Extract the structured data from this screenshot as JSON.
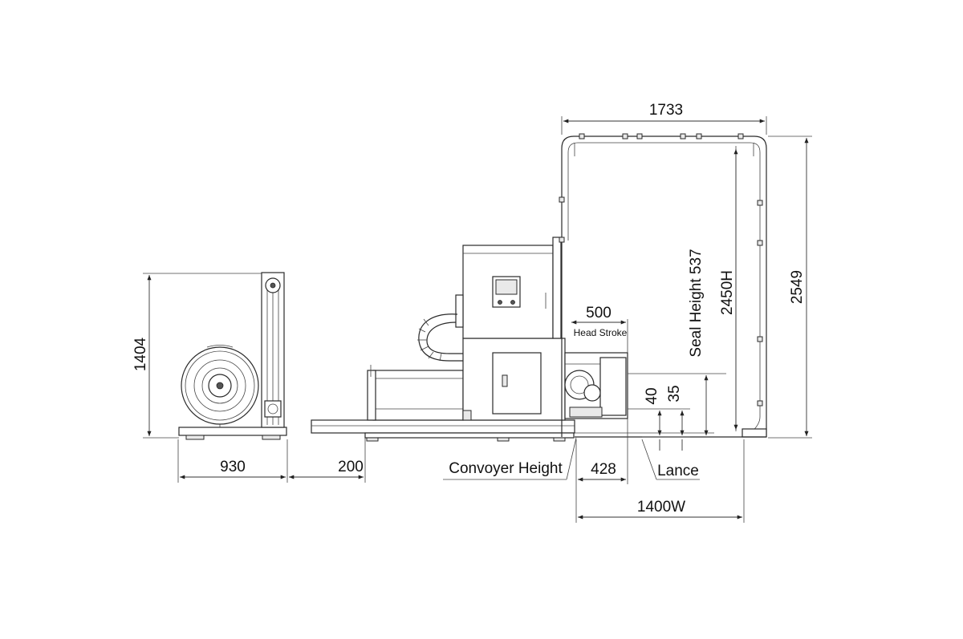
{
  "dimensions": {
    "coil_height": "1404",
    "coil_width": "930",
    "gap": "200",
    "frame_width": "1733",
    "head_stroke_value": "500",
    "head_stroke_label": "Head Stroke",
    "seal_height": "Seal Height 537",
    "arch_height": "2450H",
    "total_height": "2549",
    "offset_40": "40",
    "offset_35": "35",
    "conveyor_height": "Convoyer Height",
    "value_428": "428",
    "lance": "Lance",
    "arch_width": "1400W"
  }
}
